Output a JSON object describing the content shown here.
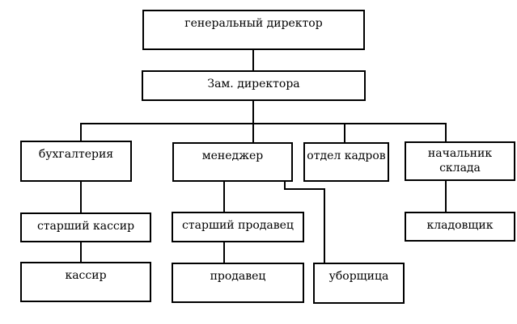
{
  "diagram": {
    "type": "org-chart",
    "background_color": "#ffffff",
    "line_color": "#000000",
    "box_fill_color": "#ffffff",
    "text_color": "#000000",
    "nodes": {
      "general_director": {
        "label": "генеральный директор"
      },
      "deputy_director": {
        "label": "Зам. директора"
      },
      "accounting": {
        "label": "бухгалтерия"
      },
      "manager": {
        "label": "менеджер"
      },
      "hr_department": {
        "label": "отдел кадров"
      },
      "warehouse_chief": {
        "label": "начальник склада"
      },
      "senior_cashier": {
        "label": "старший кассир"
      },
      "senior_seller": {
        "label": "старший продавец"
      },
      "storekeeper": {
        "label": "кладовщик"
      },
      "cashier": {
        "label": "кассир"
      },
      "seller": {
        "label": "продавец"
      },
      "cleaner": {
        "label": "уборщица"
      }
    },
    "edges": [
      {
        "from": "генеральный директор",
        "to": "Зам. директора"
      },
      {
        "from": "Зам. директора",
        "to": "бухгалтерия"
      },
      {
        "from": "Зам. директора",
        "to": "менеджер"
      },
      {
        "from": "Зам. директора",
        "to": "отдел кадров"
      },
      {
        "from": "Зам. директора",
        "to": "начальник склада"
      },
      {
        "from": "бухгалтерия",
        "to": "старший кассир"
      },
      {
        "from": "старший кассир",
        "to": "кассир"
      },
      {
        "from": "менеджер",
        "to": "старший продавец"
      },
      {
        "from": "старший продавец",
        "to": "продавец"
      },
      {
        "from": "менеджер",
        "to": "уборщица"
      },
      {
        "from": "начальник склада",
        "to": "кладовщик"
      }
    ]
  }
}
